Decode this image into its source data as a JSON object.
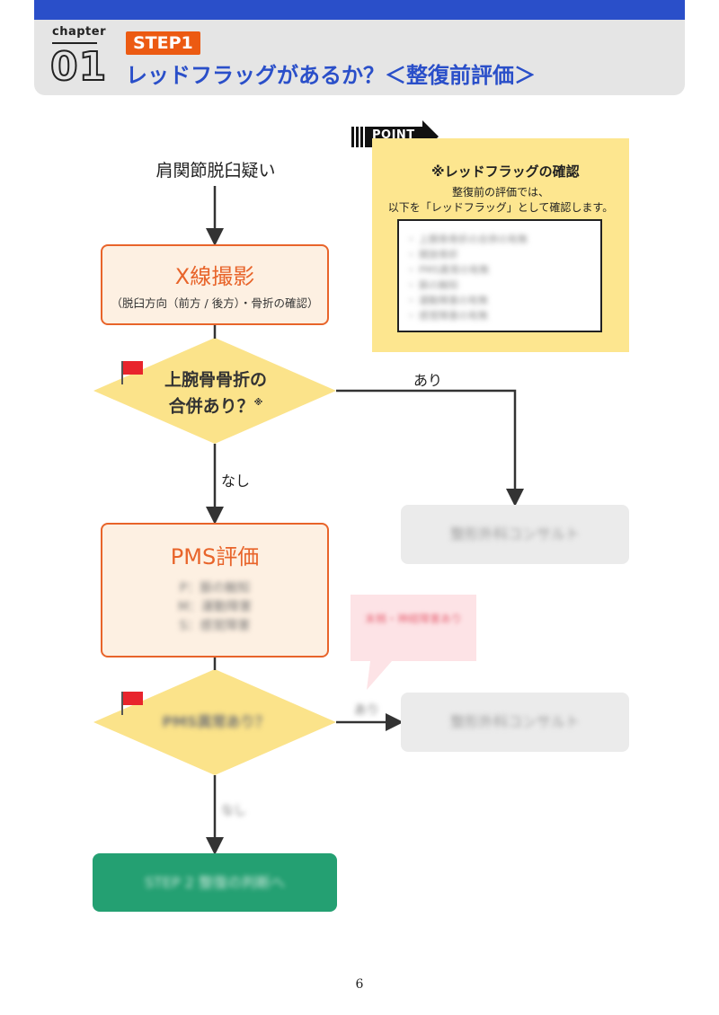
{
  "header": {
    "chapter_label": "chapter",
    "chapter_number": "01",
    "step_badge": "STEP1",
    "title": "レッドフラッグがあるか？＜整復前評価＞"
  },
  "flowchart": {
    "start": "肩関節脱臼疑い",
    "xray": {
      "title": "X線撮影",
      "subtitle": "（脱臼方向（前方 / 後方）・骨折の確認）"
    },
    "decision1": {
      "line1": "上腕骨骨折の",
      "line2": "合併あり？",
      "mark": "※"
    },
    "label_yes": "あり",
    "label_no": "なし",
    "consult_box_1": "整形外科コンサルト",
    "pms": {
      "title": "PMS評価",
      "items": [
        "P：脈の触知",
        "M：運動障害",
        "S：感覚障害"
      ]
    },
    "callout": "末梢・神経障害あり",
    "decision2": "PMS異常あり？",
    "label_yes_2": "あり",
    "consult_box_2": "整形外科コンサルト",
    "label_no_2": "なし",
    "end_box": "STEP 2 整復の判断へ"
  },
  "point": {
    "tag": "POINT",
    "title": "※レッドフラッグの確認",
    "desc_line1": "整復前の評価では、",
    "desc_line2": "以下を「レッドフラッグ」として確認します。",
    "items": [
      "上腕骨骨折の合併の有無",
      "開放骨折",
      "PMS異常の有無",
      "脈の触知",
      "運動障害の有無",
      "感覚障害の有無"
    ]
  },
  "colors": {
    "brand_blue": "#2a4fc9",
    "step_orange": "#ec5a12",
    "box_orange": "#e8642a",
    "diamond_yellow": "#fbe38a",
    "point_yellow": "#fde68f",
    "end_green": "#24a072",
    "flag_red": "#e8242c"
  },
  "icons": [
    "red-flag-icon",
    "arrow-down-icon",
    "arrow-right-icon",
    "point-arrow-icon"
  ],
  "page_number": "6"
}
